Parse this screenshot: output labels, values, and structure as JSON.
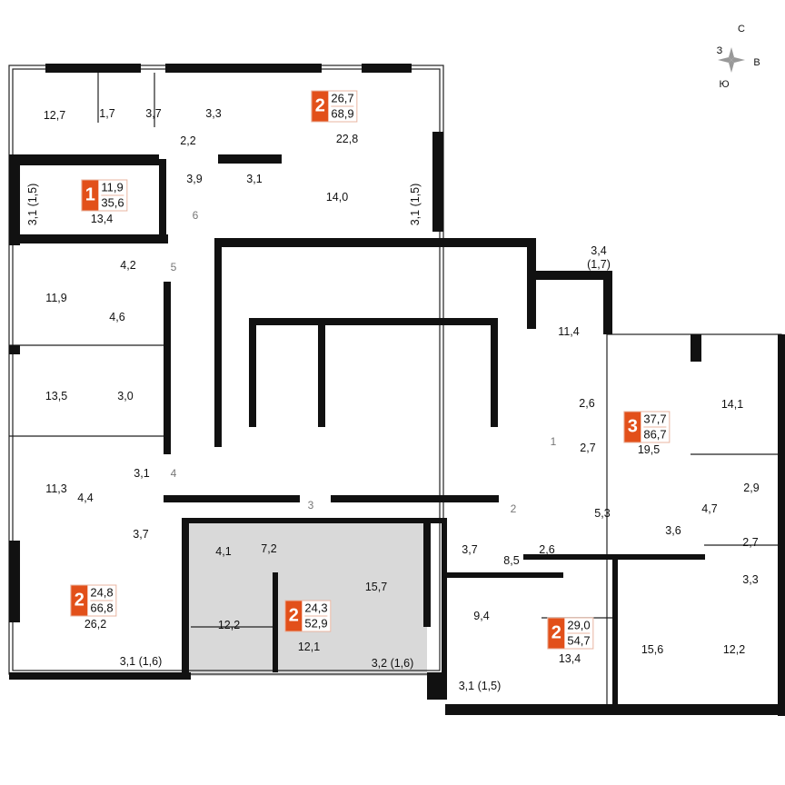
{
  "compass": {
    "north": "С",
    "west": "З",
    "east": "В",
    "south": "Ю"
  },
  "accent_color": "#e2501a",
  "selected_unit_fill": "#d9d9d9",
  "apartments": [
    {
      "rooms": "2",
      "living": "26,7",
      "total": "68,9"
    },
    {
      "rooms": "1",
      "living": "11,9",
      "total": "35,6"
    },
    {
      "rooms": "2",
      "living": "24,8",
      "total": "66,8"
    },
    {
      "rooms": "2",
      "living": "24,3",
      "total": "52,9"
    },
    {
      "rooms": "2",
      "living": "29,0",
      "total": "54,7"
    },
    {
      "rooms": "3",
      "living": "37,7",
      "total": "86,7"
    }
  ],
  "rooms": [
    "12,7",
    "1,7",
    "3,7",
    "3,3",
    "2,2",
    "22,8",
    "3,1 (1,5)",
    "13,4",
    "3,9",
    "3,1",
    "14,0",
    "3,1 (1,5)",
    "4,2",
    "11,9",
    "4,6",
    "13,5",
    "3,0",
    "11,3",
    "4,4",
    "3,1",
    "3,7",
    "26,2",
    "3,1 (1,6)",
    "4,1",
    "7,2",
    "15,7",
    "12,2",
    "12,1",
    "3,2 (1,6)",
    "3,7",
    "2,6",
    "8,5",
    "9,4",
    "3,1 (1,5)",
    "13,4",
    "15,6",
    "12,2",
    "5,3",
    "3,6",
    "4,7",
    "2,9",
    "2,7",
    "3,3",
    "14,1",
    "19,5",
    "2,6",
    "2,7",
    "11,4",
    "3,4",
    "(1,7)"
  ],
  "door_numbers": [
    "6",
    "5",
    "4",
    "3",
    "2",
    "1"
  ]
}
